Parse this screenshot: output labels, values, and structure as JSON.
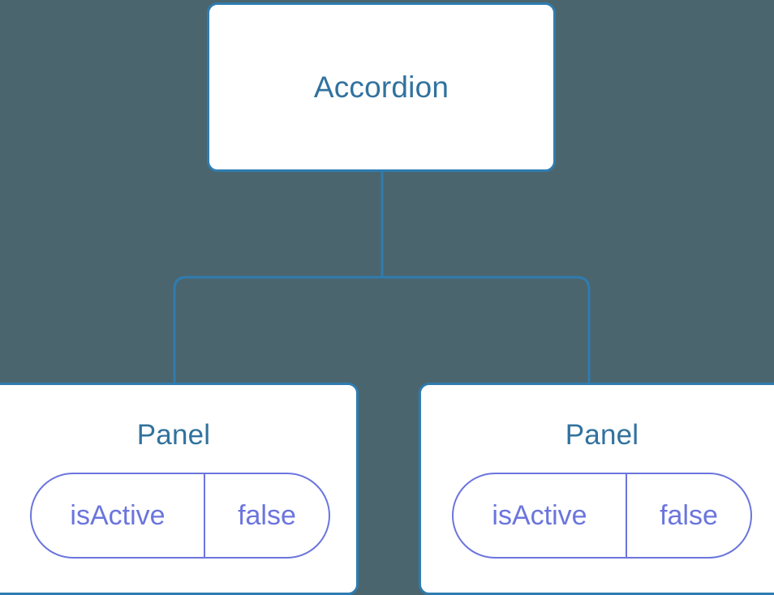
{
  "diagram": {
    "type": "component-tree",
    "background_color": "#4b656e",
    "edge_color": "#2e7cb0",
    "node_border_color": "#2e7cb0",
    "node_fill_color": "#ffffff",
    "title_color": "#31729e",
    "state_color": "#6b75dd"
  },
  "root": {
    "title": "Accordion"
  },
  "children": [
    {
      "title": "Panel",
      "state": {
        "key": "isActive",
        "value": "false"
      }
    },
    {
      "title": "Panel",
      "state": {
        "key": "isActive",
        "value": "false"
      }
    }
  ]
}
